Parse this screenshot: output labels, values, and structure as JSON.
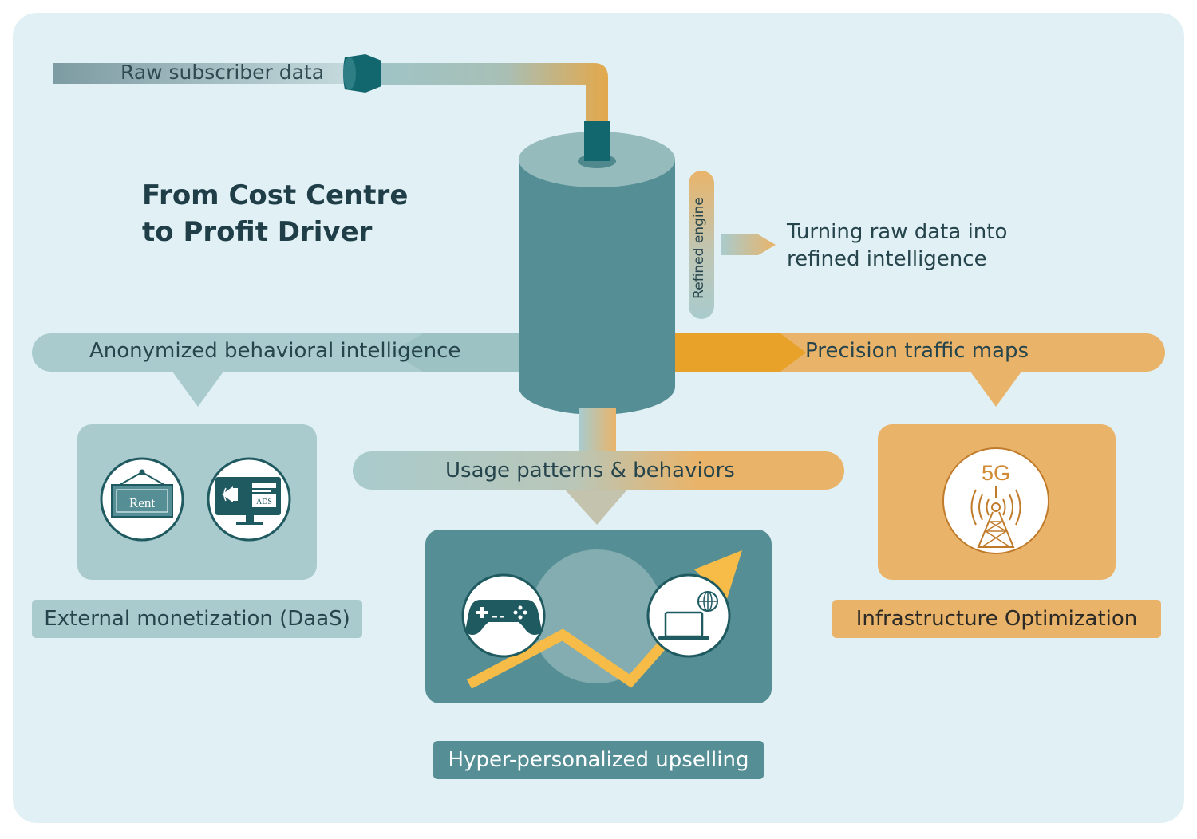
{
  "title": "From Cost Centre to Profit Driver",
  "input_label": "Raw subscriber data",
  "engine": {
    "label": "Refined engine",
    "caption": "Turning raw data into refined intelligence"
  },
  "streams": {
    "left": "Anonymized behavioral intelligence",
    "right": "Precision traffic maps",
    "middle": "Usage patterns & behaviors"
  },
  "outcomes": {
    "left": {
      "label": "External monetization (DaaS)",
      "icons": [
        "rent-sign-icon",
        "ad-display-icon"
      ],
      "rent_sign_text": "Rent",
      "ads_text": "ADS"
    },
    "middle": {
      "label": "Hyper-personalized upselling",
      "icons": [
        "game-controller-icon",
        "laptop-globe-icon",
        "growth-arrow-icon"
      ]
    },
    "right": {
      "label": "Infrastructure Optimization",
      "icons": [
        "5g-tower-icon"
      ],
      "network_text": "5G"
    }
  },
  "colors": {
    "background": "#e1f0f4",
    "teal": "#558f95",
    "teal_light": "#a9cbcd",
    "orange": "#e9b46a",
    "orange_strong": "#e8a22a",
    "dark_teal": "#12676e"
  }
}
